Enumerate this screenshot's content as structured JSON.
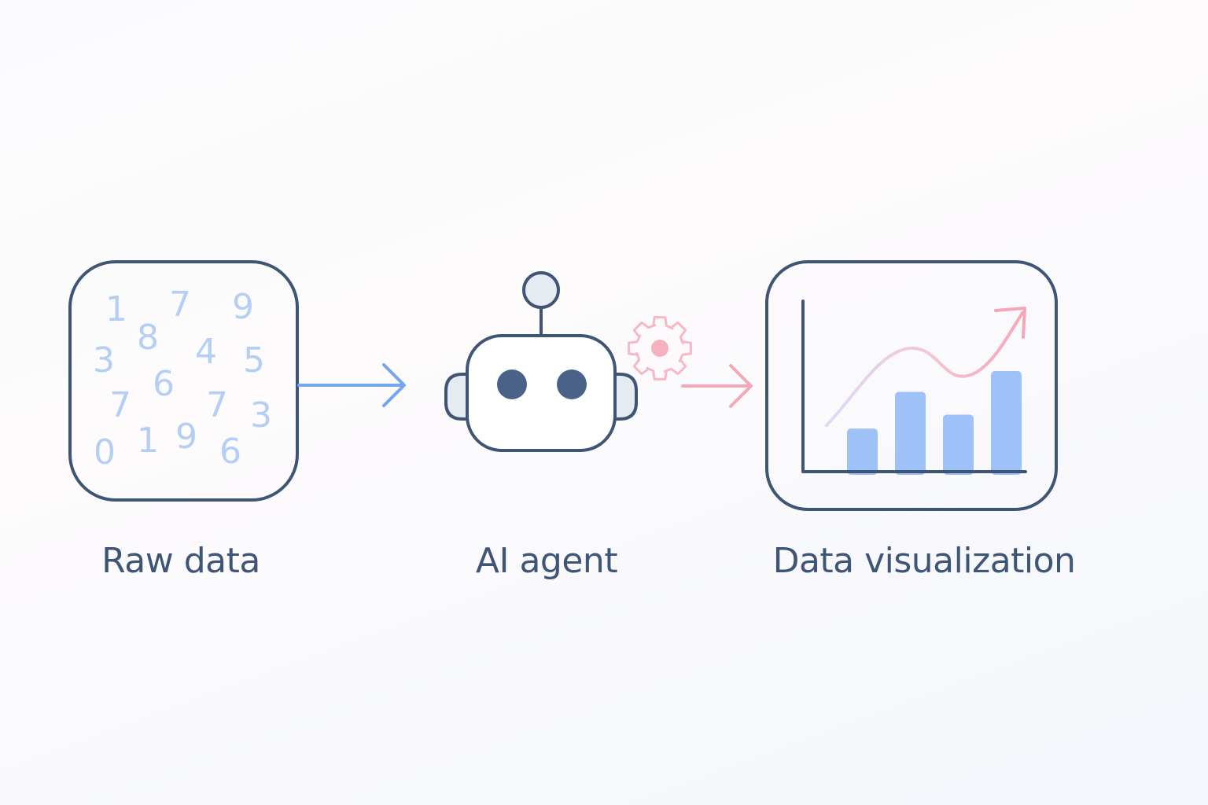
{
  "stages": {
    "raw": {
      "label": "Raw data",
      "digits": [
        "1",
        "7",
        "9",
        "8",
        "3",
        "4",
        "5",
        "6",
        "7",
        "7",
        "3",
        "0",
        "1",
        "9",
        "6"
      ]
    },
    "agent": {
      "label": "AI agent"
    },
    "viz": {
      "label": "Data visualization"
    }
  },
  "icons": {
    "raw": "numbers-box-icon",
    "agent": "robot-icon",
    "gear": "gear-icon",
    "viz": "chart-icon"
  },
  "colors": {
    "outline": "#3f5576",
    "digits": "#b4cef6",
    "blue_arrow": "#76a5f3",
    "pink_arrow": "#f5a7b5",
    "bars": "#9ec1f8",
    "robot_fill": "#e6ebf2",
    "robot_eyes": "#4a6288"
  },
  "viz_chart": {
    "bar_levels": [
      0.42,
      0.79,
      0.56,
      1.0
    ]
  }
}
